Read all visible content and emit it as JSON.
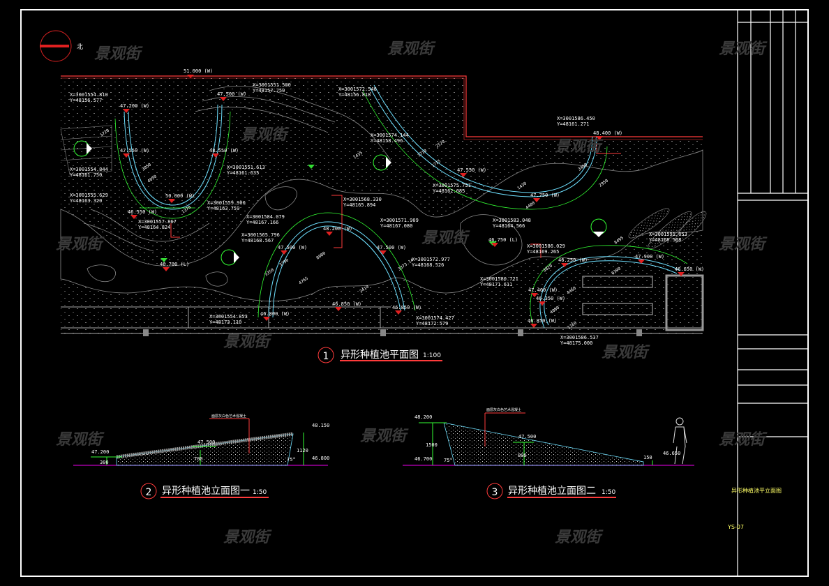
{
  "north_label": "北",
  "watermark": "景观街",
  "plan": {
    "number": "1",
    "title": "异形种植池平面图",
    "scale": "1:100",
    "top_elevation": "51.000 (W)",
    "elevations": [
      "47.200 (W)",
      "47.500 (W)",
      "47.550 (W)",
      "48.550 (W)",
      "50.000 (W)",
      "46.550 (W)",
      "46.700 (L)",
      "48.200 (W)",
      "47.500 (W)",
      "47.500 (W)",
      "46.850 (W)",
      "46.800 (W)",
      "47.550 (W)",
      "47.750 (W)",
      "48.400 (W)",
      "46.750 (L)",
      "46.850 (W)",
      "46.250 (W)",
      "47.900 (W)",
      "46.350 (W)",
      "47.400 (W)",
      "46.850 (W)",
      "46.650 (W)"
    ],
    "coordinates": [
      {
        "x": "X=3001554.810",
        "y": "Y=48156.577"
      },
      {
        "x": "X=3001551.500",
        "y": "Y=48157.750"
      },
      {
        "x": "X=3001554.844",
        "y": "Y=48161.750"
      },
      {
        "x": "X=3001551.613",
        "y": "Y=48161.635"
      },
      {
        "x": "X=3001555.629",
        "y": "Y=48163.320"
      },
      {
        "x": "X=3001559.900",
        "y": "Y=48163.759"
      },
      {
        "x": "X=3001557.867",
        "y": "Y=48164.824"
      },
      {
        "x": "X=3001568.330",
        "y": "Y=48165.894"
      },
      {
        "x": "X=3001571.909",
        "y": "Y=48167.080"
      },
      {
        "x": "X=3001572.977",
        "y": "Y=48168.526"
      },
      {
        "x": "X=3001584.079",
        "y": "Y=48167.166"
      },
      {
        "x": "X=3001565.796",
        "y": "Y=48168.567"
      },
      {
        "x": "X=3001574.427",
        "y": "Y=48172.579"
      },
      {
        "x": "X=3001554.853",
        "y": "Y=48173.110"
      },
      {
        "x": "X=3001572.548",
        "y": "Y=48156.818"
      },
      {
        "x": "X=3001574.144",
        "y": "Y=48158.496"
      },
      {
        "x": "X=3001575.751",
        "y": "Y=48162.085"
      },
      {
        "x": "X=3001586.450",
        "y": "Y=48161.271"
      },
      {
        "x": "X=3001583.048",
        "y": "Y=48164.566"
      },
      {
        "x": "X=3001586.029",
        "y": "Y=48169.265"
      },
      {
        "x": "X=3001591.653",
        "y": "Y=48168.568"
      },
      {
        "x": "X=3001580.721",
        "y": "Y=48171.611"
      },
      {
        "x": "X=3001586.537",
        "y": "Y=48175.000"
      }
    ],
    "dimensions": [
      "1720",
      "3050",
      "4050",
      "1370",
      "3790",
      "4765",
      "3410",
      "8080",
      "3373.14",
      "1710",
      "2570",
      "1430",
      "4480",
      "3460",
      "2950",
      "8495",
      "6300",
      "4460",
      "3820",
      "4000",
      "1160",
      "1715",
      "1435",
      "3350"
    ]
  },
  "elevation_1": {
    "number": "2",
    "title": "异形种植池立面图一",
    "scale": "1:50",
    "note": "面层灰白色艺术混凝土",
    "levels": [
      "47.200",
      "47.500",
      "48.150",
      "46.800"
    ],
    "dims": [
      "300",
      "700",
      "1120",
      "75°"
    ]
  },
  "elevation_2": {
    "number": "3",
    "title": "异形种植池立面图二",
    "scale": "1:50",
    "note": "面层灰白色艺术混凝土",
    "levels": [
      "48.200",
      "47.500",
      "46.700",
      "46.650"
    ],
    "dims": [
      "1500",
      "800",
      "150",
      "75°"
    ]
  },
  "title_block": {
    "drawing_name": "异形种植池平立面图",
    "drawing_number": "YS-07"
  },
  "colors": {
    "frame": "#ffffff",
    "boundary": "#ff3b3b",
    "wall": "#6ee0ff",
    "dimension": "#33ff33",
    "ground": "#c000c0",
    "contour": "#8a8a8a",
    "marker": "#e02020"
  }
}
